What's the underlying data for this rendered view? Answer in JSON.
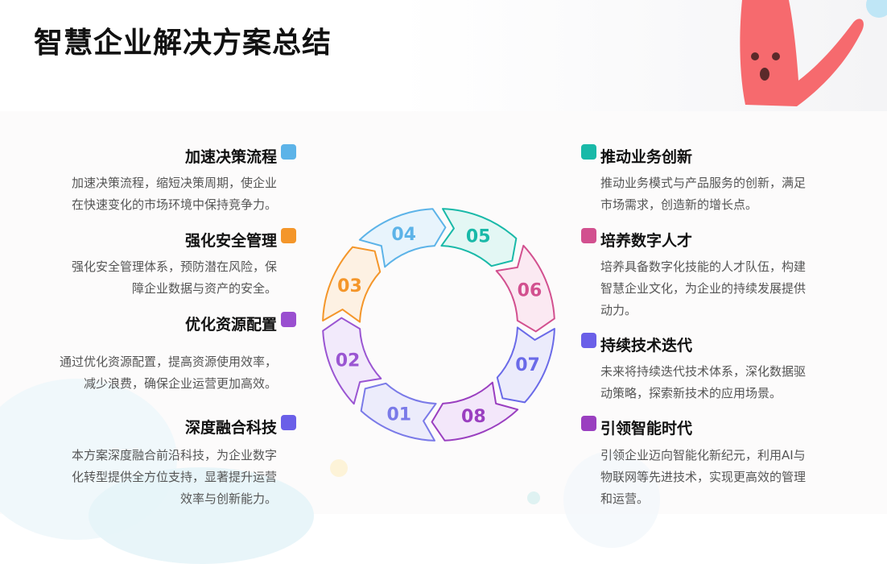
{
  "title": "智慧企业解决方案总结",
  "colors": {
    "blue": "#5cb3e8",
    "orange": "#f4962a",
    "purple": "#9a4fd0",
    "indigo": "#6a5fe8",
    "teal": "#19b9a8",
    "pink": "#d2508f",
    "violet": "#9a3fc0"
  },
  "left_items": [
    {
      "title": "加速决策流程",
      "body": [
        "加速决策流程，缩短决策周期，使企业",
        "在快速变化的市场环境中保持竞争力。"
      ],
      "color": "#5cb3e8"
    },
    {
      "title": "强化安全管理",
      "body": [
        "强化安全管理体系，预防潜在风险，保",
        "障企业数据与资产的安全。"
      ],
      "color": "#f4962a"
    },
    {
      "title": "优化资源配置",
      "body": [
        "通过优化资源配置，提高资源使用效率，",
        "减少浪费，确保企业运营更加高效。"
      ],
      "color": "#9a4fd0"
    },
    {
      "title": "深度融合科技",
      "body": [
        "本方案深度融合前沿科技，为企业数字",
        "化转型提供全方位支持，显著提升运营",
        "效率与创新能力。"
      ],
      "color": "#6a5fe8"
    }
  ],
  "right_items": [
    {
      "title": "推动业务创新",
      "body": [
        "推动业务模式与产品服务的创新，满足",
        "市场需求，创造新的增长点。"
      ],
      "color": "#19b9a8"
    },
    {
      "title": "培养数字人才",
      "body": [
        "培养具备数字化技能的人才队伍，构建",
        "智慧企业文化，为企业的持续发展提供",
        "动力。"
      ],
      "color": "#d2508f"
    },
    {
      "title": "持续技术迭代",
      "body": [
        "未来将持续迭代技术体系，深化数据驱",
        "动策略，探索新技术的应用场景。"
      ],
      "color": "#6a5fe8"
    },
    {
      "title": "引领智能时代",
      "body": [
        "引领企业迈向智能化新纪元，利用AI与",
        "物联网等先进技术，实现更高效的管理",
        "和运营。"
      ],
      "color": "#9a3fc0"
    }
  ],
  "cycle": [
    {
      "label": "01",
      "color": "#7a7ae8",
      "fill": "#ececfb"
    },
    {
      "label": "02",
      "color": "#9a55d2",
      "fill": "#f2eafb"
    },
    {
      "label": "03",
      "color": "#f4962a",
      "fill": "#fdf1e3"
    },
    {
      "label": "04",
      "color": "#5cb3e8",
      "fill": "#e8f4fc"
    },
    {
      "label": "05",
      "color": "#19b9a8",
      "fill": "#e3f7f4"
    },
    {
      "label": "06",
      "color": "#d2508f",
      "fill": "#fbe9f2"
    },
    {
      "label": "07",
      "color": "#6a6ae8",
      "fill": "#ebebfb"
    },
    {
      "label": "08",
      "color": "#9a3fc0",
      "fill": "#f3e7fa"
    }
  ],
  "decor": {
    "mascot": "pink-mascot-icon"
  }
}
